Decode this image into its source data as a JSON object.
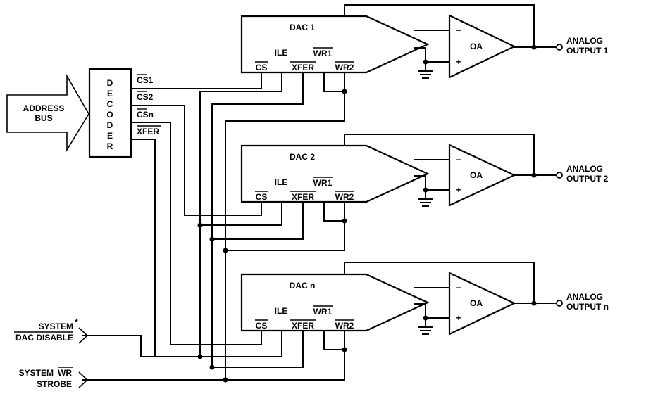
{
  "address_bus": {
    "line1": "ADDRESS",
    "line2": "BUS"
  },
  "decoder": {
    "letters": [
      "D",
      "E",
      "C",
      "O",
      "D",
      "E",
      "R"
    ],
    "outputs": [
      "CS1",
      "CS2",
      "CSn",
      "XFER"
    ]
  },
  "dacs": [
    {
      "title": "DAC 1",
      "ile": "ILE",
      "cs": "CS",
      "xfer": "XFER",
      "wr1": "WR1",
      "wr2": "WR2",
      "oa": "OA",
      "out1": "ANALOG",
      "out2": "OUTPUT 1"
    },
    {
      "title": "DAC 2",
      "ile": "ILE",
      "cs": "CS",
      "xfer": "XFER",
      "wr1": "WR1",
      "wr2": "WR2",
      "oa": "OA",
      "out1": "ANALOG",
      "out2": "OUTPUT 2"
    },
    {
      "title": "DAC n",
      "ile": "ILE",
      "cs": "CS",
      "xfer": "XFER",
      "wr1": "WR1",
      "wr2": "WR2",
      "oa": "OA",
      "out1": "ANALOG",
      "out2": "OUTPUT n"
    }
  ],
  "opamp_signs": {
    "minus": "−",
    "plus": "+"
  },
  "system_disable": {
    "line1": "SYSTEM",
    "star": "*",
    "line2": "DAC DISABLE"
  },
  "system_wr": {
    "line1_a": "SYSTEM",
    "line1_b": "WR",
    "line2": "STROBE"
  }
}
